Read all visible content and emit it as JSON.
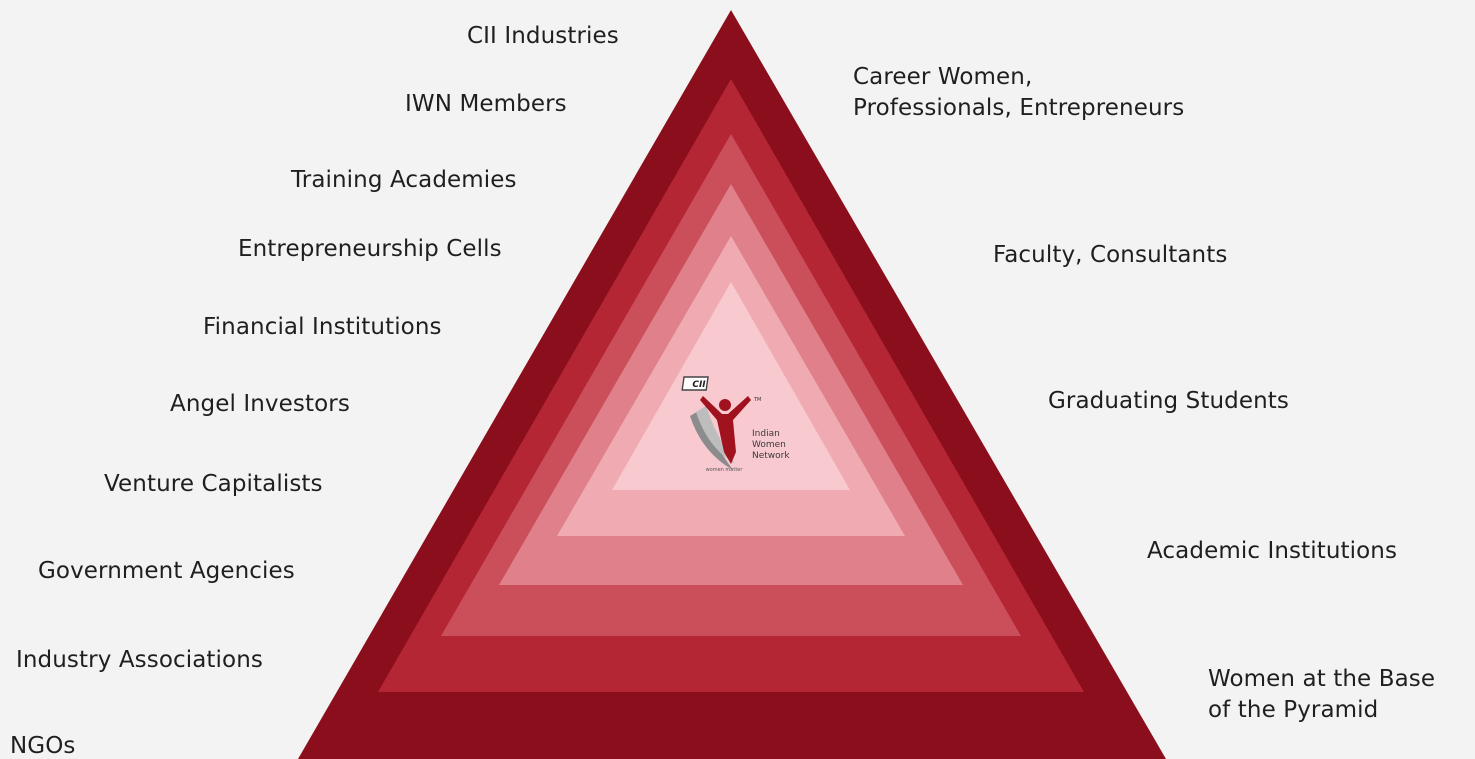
{
  "left_labels": [
    "CII Industries",
    "IWN Members",
    "Training Academies",
    "Entrepreneurship Cells",
    "Financial Institutions",
    "Angel Investors",
    "Venture Capitalists",
    "Government Agencies",
    "Industry Associations",
    "NGOs"
  ],
  "right_labels": [
    {
      "line1": "Career Women,",
      "line2": "Professionals, Entrepreneurs"
    },
    {
      "line1": "Faculty, Consultants"
    },
    {
      "line1": "Graduating Students"
    },
    {
      "line1": "Academic Institutions"
    },
    {
      "line1": "Women at the Base",
      "line2": "of the Pyramid"
    }
  ],
  "logo": {
    "badge": "CII",
    "trademark": "TM",
    "name_line1": "Indian",
    "name_line2": "Women",
    "name_line3": "Network",
    "tagline": "women matter"
  },
  "colors": {
    "layer_1_outer": "#8b0e1c",
    "layer_2": "#b52635",
    "layer_3": "#cb4f5b",
    "layer_4": "#e0808a",
    "layer_5": "#efaab2",
    "layer_6": "#f8cad0",
    "layer_7_inner": "#fde6e9",
    "background": "#f3f3f4"
  }
}
